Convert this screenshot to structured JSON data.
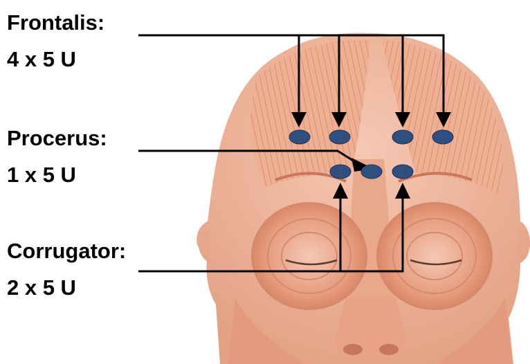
{
  "labels": {
    "frontalis": {
      "muscle": "Frontalis:",
      "dose": "4 x 5 U"
    },
    "procerus": {
      "muscle": "Procerus:",
      "dose": "1 x 5 U"
    },
    "corrugator": {
      "muscle": "Corrugator:",
      "dose": "2 x 5 U"
    }
  },
  "colors": {
    "injection_point": "#2f4f80",
    "arrow": "#000000",
    "muscle_light": "#f0b9a1",
    "muscle_dark": "#d98a6e",
    "skin": "#f6d6c4"
  }
}
